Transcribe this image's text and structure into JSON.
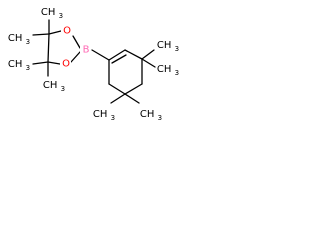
{
  "colors": {
    "bond": "#000000",
    "carbon_label": "#000000",
    "oxygen": "#ff0000",
    "boron": "#ff69b4",
    "background": "#ffffff"
  },
  "labels": {
    "oxygen_top": "O",
    "oxygen_bottom": "O",
    "boron": "B",
    "methyl_1": "CH3",
    "methyl_2": "CH3",
    "methyl_3": "CH3",
    "methyl_4": "CH3",
    "methyl_5": "CH3",
    "methyl_6": "CH3",
    "methyl_7": "CH3",
    "methyl_8": "CH3"
  }
}
